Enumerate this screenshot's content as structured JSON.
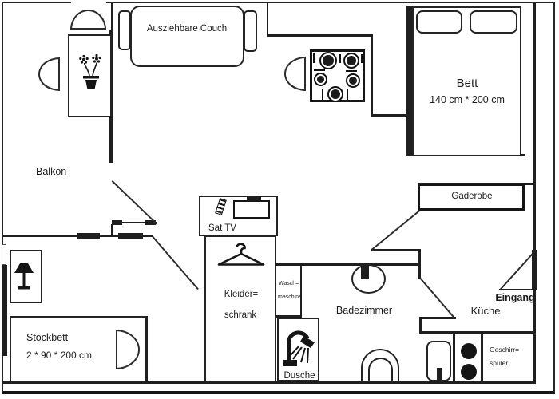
{
  "document": {
    "type": "apartment floor plan (scanned sketch)"
  },
  "colors": {
    "ink": "#1f1f1f",
    "paper": "#ffffff"
  },
  "rooms": {
    "balcony": {
      "label": "Balkon"
    },
    "living": {
      "couch": "Ausziehbare Couch",
      "sat_tv": "Sat TV"
    },
    "bedroom": {
      "bett": "Bett",
      "bett_dim": "140 cm * 200 cm"
    },
    "hall": {
      "gaderobe": "Gaderobe",
      "eingang": "Eingang"
    },
    "closet": {
      "line1": "Kleider=",
      "line2": "schrank"
    },
    "laundry": {
      "line1": "Wasch=",
      "line2": "maschine"
    },
    "bath": {
      "label": "Badezimmer",
      "dusche": "Dusche"
    },
    "kitchen": {
      "label": "Küche",
      "dish1": "Geschirr=",
      "dish2": "spüler"
    },
    "kids": {
      "stockbett": "Stockbett",
      "stockbett_dim": "2 * 90 * 200 cm"
    }
  },
  "icons": {
    "plant": "potted-plant-icon",
    "lamp": "lamp-icon",
    "hanger": "clothes-hanger-icon",
    "shower": "shower-icon",
    "tv": "tv-icon",
    "remote": "remote-control-icon",
    "dining": "dining-table-icon",
    "stove": "stove-burners-icon",
    "sink": "kitchen-sink-icon",
    "basin": "washbasin-icon",
    "toilet": "toilet-icon"
  }
}
